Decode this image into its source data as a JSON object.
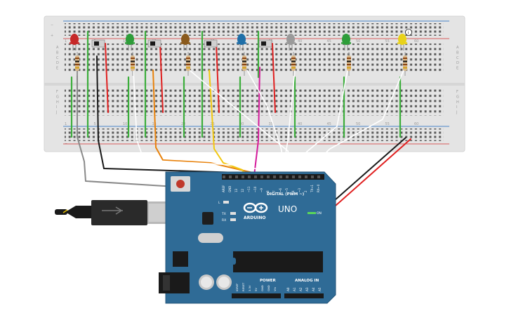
{
  "breadboard": {
    "row_labels_top": [
      "A",
      "B",
      "C",
      "D",
      "E"
    ],
    "row_labels_bottom": [
      "F",
      "G",
      "H",
      "I",
      "J"
    ],
    "column_numbers": [
      "1",
      "5",
      "10",
      "15",
      "20",
      "25",
      "30",
      "35",
      "40",
      "45",
      "50",
      "55",
      "60"
    ],
    "rail_plus": "+",
    "rail_minus": "−"
  },
  "leds": [
    {
      "name": "red-led",
      "color": "#c62828"
    },
    {
      "name": "green-led",
      "color": "#2e9d3a"
    },
    {
      "name": "brown-led",
      "color": "#8a5a1c"
    },
    {
      "name": "blue-led",
      "color": "#1f6fa8"
    },
    {
      "name": "gray-led",
      "color": "#9a9a9a"
    },
    {
      "name": "green-led-2",
      "color": "#2e9d3a"
    },
    {
      "name": "yellow-led",
      "color": "#e8d21a"
    }
  ],
  "led_info_badge": "i",
  "arduino": {
    "model": "UNO",
    "brand": "ARDUINO",
    "digital_label": "DIGITAL (PWM ~)",
    "power_label": "POWER",
    "analog_label": "ANALOG IN",
    "on_label": "ON",
    "tx_label": "TX",
    "rx_label": "RX",
    "l_label": "L",
    "top_pins": [
      "AREF",
      "GND",
      "13",
      "12",
      "~11",
      "~10",
      "~9",
      "8",
      "7",
      "~6",
      "~5",
      "4",
      "~3",
      "2",
      "TX→1",
      "RX←0"
    ],
    "power_pins": [
      "IOREF",
      "RESET",
      "3.3V",
      "5V",
      "GND",
      "GND",
      "Vin"
    ],
    "analog_pins": [
      "A0",
      "A1",
      "A2",
      "A3",
      "A4",
      "A5"
    ]
  },
  "colors": {
    "breadboard": "#e4e4e4",
    "board": "#2f6b96",
    "rail_red": "#d32f2f",
    "rail_blue": "#1565c0",
    "wire_green": "#3cae3c",
    "wire_red": "#e02020",
    "wire_black": "#1a1a1a",
    "wire_white": "#ffffff",
    "wire_gray": "#8a8a8a",
    "wire_orange": "#e8820c",
    "wire_yellow": "#f2c80f",
    "wire_magenta": "#d41c9c"
  }
}
